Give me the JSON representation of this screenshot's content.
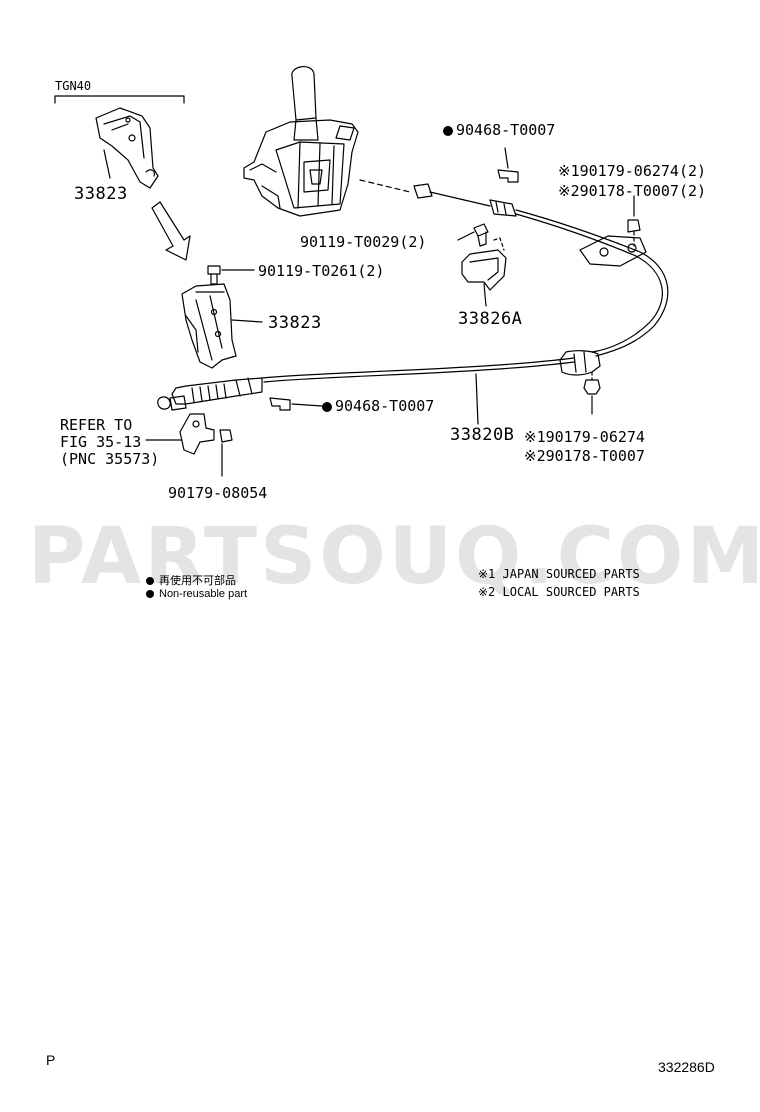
{
  "diagram": {
    "group_label": "TGN40",
    "parts": {
      "bracket_upper": "33823",
      "bracket_lower": "33823",
      "bolt_bracket": "90119-T0261(2)",
      "clip_upper": "90468-T0007",
      "nut_japan_2": "90179-06274(2)",
      "nut_local_2": "90178-T0007(2)",
      "bolt_retainer": "90119-T0029(2)",
      "retainer": "33826A",
      "clip_lower": "90468-T0007",
      "cable": "33820B",
      "nut_japan": "90179-06274",
      "nut_local": "90178-T0007",
      "nut_bottom": "90179-08054"
    },
    "refer_note": [
      "REFER TO",
      "FIG 35-13",
      "(PNC 35573)"
    ],
    "watermark": "PARTSOUQ.COM",
    "mark_japan": "※1",
    "mark_local": "※2",
    "legend": {
      "non_reusable_jp": "再使用不可部品",
      "non_reusable_en": "Non-reusable part",
      "japan_sourced": "※1 JAPAN SOURCED PARTS",
      "local_sourced": "※2 LOCAL SOURCED PARTS"
    },
    "footer_left": "P",
    "footer_code": "332286D"
  }
}
